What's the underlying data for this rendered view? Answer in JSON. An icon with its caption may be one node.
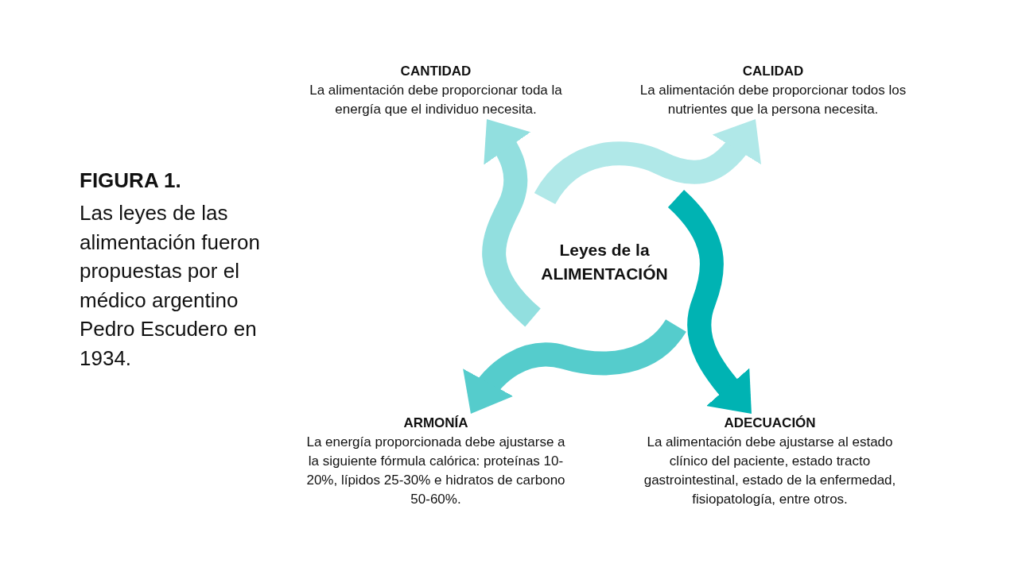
{
  "diagram": {
    "title": "FIGURA 1.",
    "caption": "Las leyes de las alimentación fueron propuestas por el médico argentino Pedro Escudero en 1934.",
    "nodes": [
      {
        "text": [
          "Leyes de la ALIMENTACIÓN"
        ]
      },
      {
        "text": [
          "CANTIDAD",
          "La alimentación debe proporcionar toda la energía que el individuo necesita."
        ]
      },
      {
        "text": [
          "CALIDAD",
          "La alimentación debe proporcionar todos los nutrientes que la persona necesita."
        ]
      },
      {
        "text": [
          "ARMONÍA",
          "La energía proporcionada debe ajustarse a la siguiente fórmula calórica: proteínas 10-20%, lípidos 25-30% e hidratos de carbono 50-60%."
        ]
      },
      {
        "text": [
          "ADECUACIÓN",
          "La alimentación debe ajustarse al estado clínico del paciente, estado tracto gastrointestinal, estado de la enfermedad, fisiopatología, entre otros."
        ]
      }
    ],
    "edges": [
      {
        "from": 0,
        "to": 1,
        "arrow": "to",
        "color": "#92dfdf"
      },
      {
        "from": 0,
        "to": 2,
        "arrow": "to",
        "color": "#b0e8e8"
      },
      {
        "from": 0,
        "to": 4,
        "arrow": "to",
        "color": "#00b3b3"
      },
      {
        "from": 0,
        "to": 3,
        "arrow": "to",
        "color": "#55cccc"
      }
    ]
  }
}
